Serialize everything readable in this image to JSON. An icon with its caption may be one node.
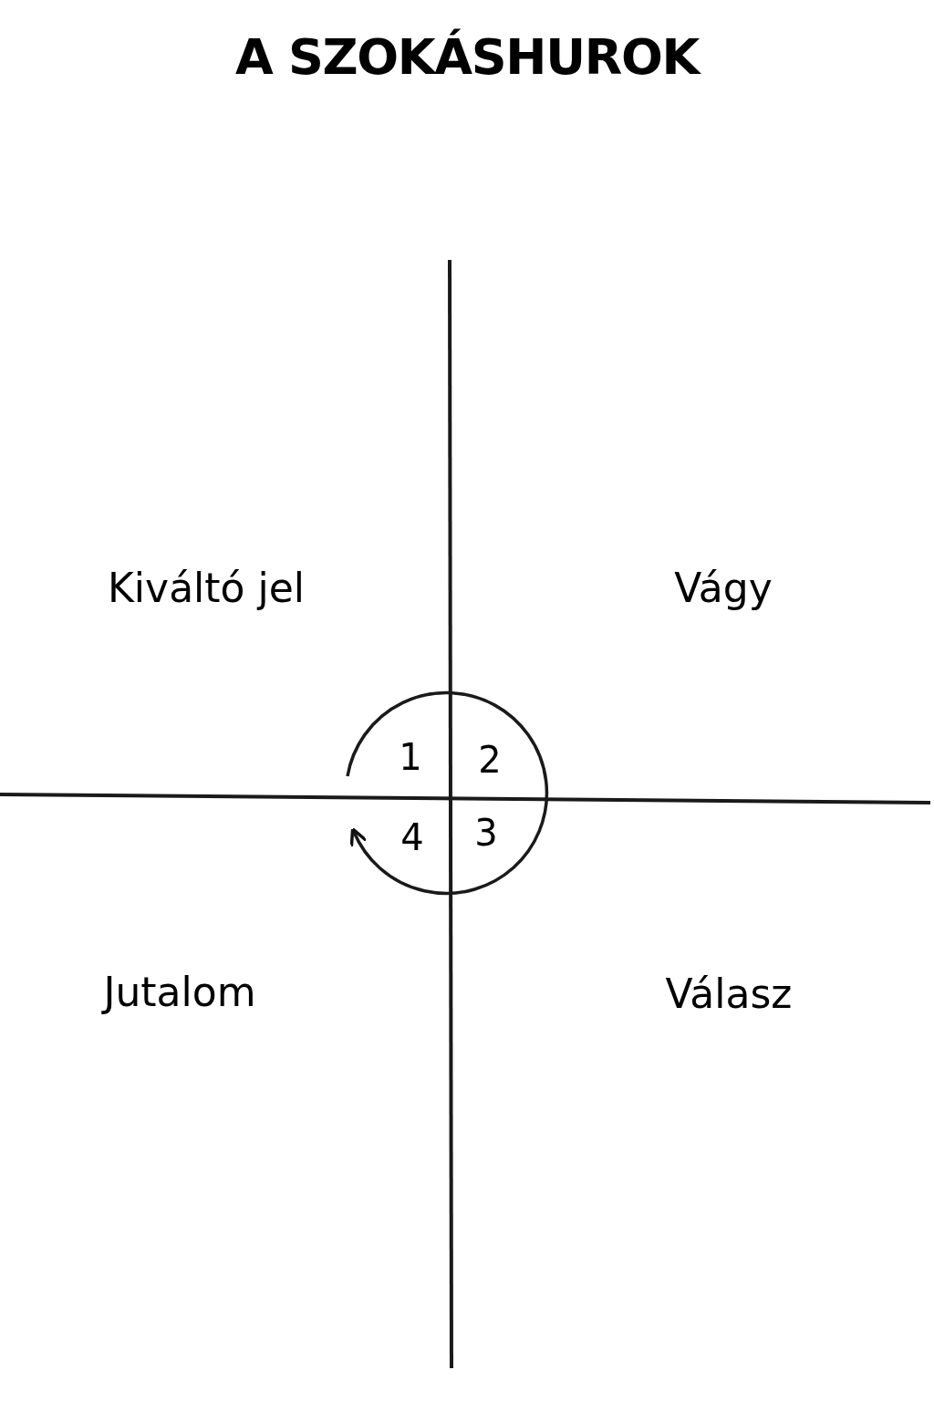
{
  "diagram": {
    "title": "A SZOKÁSHUROK",
    "labels": [
      "Kiváltó jel",
      "Vágy",
      "1",
      "2",
      "4",
      "3",
      "Jutalom",
      "Válasz"
    ]
  }
}
